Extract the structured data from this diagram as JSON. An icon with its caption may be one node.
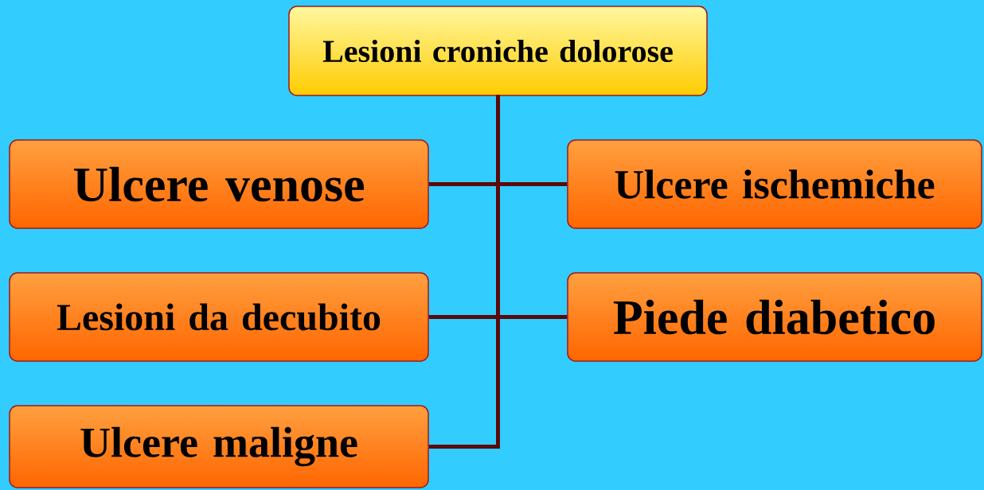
{
  "diagram": {
    "nodes": [
      {
        "text": [
          "Lesioni croniche dolorose"
        ]
      },
      {
        "text": [
          "Ulcere venose"
        ]
      },
      {
        "text": [
          "Ulcere ischemiche"
        ]
      },
      {
        "text": [
          "Lesioni da decubito"
        ]
      },
      {
        "text": [
          "Piede diabetico"
        ]
      },
      {
        "text": [
          "Ulcere maligne"
        ]
      }
    ],
    "edges": [
      {
        "from": 0,
        "to": 1,
        "arrow": "none"
      },
      {
        "from": 0,
        "to": 2,
        "arrow": "none"
      },
      {
        "from": 0,
        "to": 3,
        "arrow": "none"
      },
      {
        "from": 0,
        "to": 4,
        "arrow": "none"
      },
      {
        "from": 0,
        "to": 5,
        "arrow": "none"
      }
    ]
  }
}
